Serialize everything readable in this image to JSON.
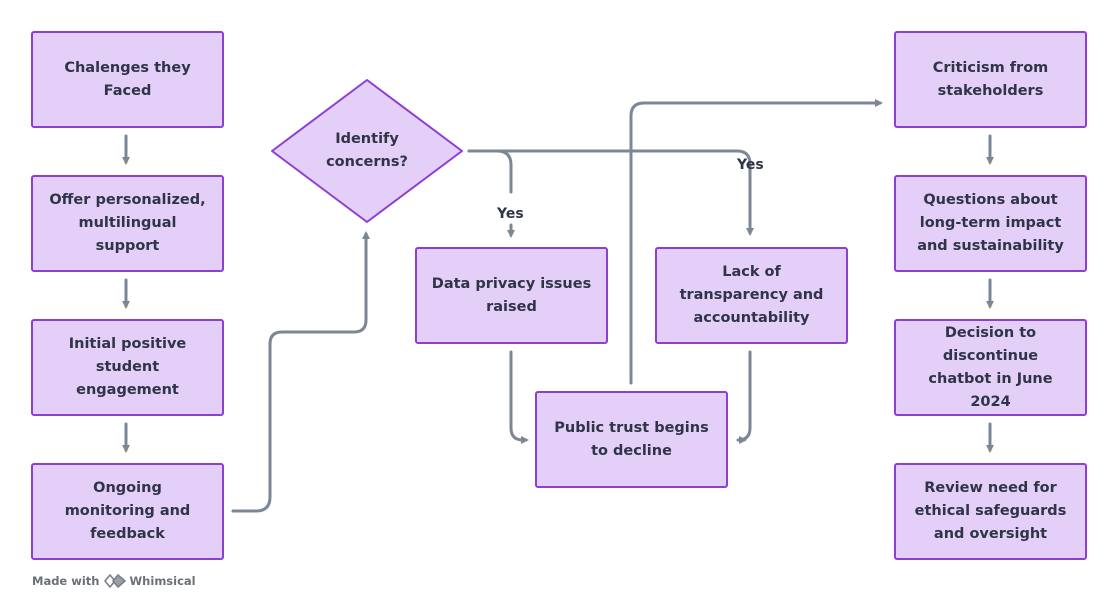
{
  "nodes": {
    "challenges": "Chalenges they Faced",
    "offer_support": "Offer personalized, multilingual support",
    "initial_engagement": "Initial positive student engagement",
    "monitoring": "Ongoing monitoring and feedback",
    "identify_concerns": "Identify concerns?",
    "data_privacy": "Data privacy issues raised",
    "lack_transparency": "Lack of transparency and accountability",
    "public_trust": "Public trust begins to decline",
    "criticism": "Criticism from stakeholders",
    "questions_impact": "Questions about long-term impact and sustainability",
    "decision_discontinue": "Decision to discontinue chatbot in June 2024",
    "review_need": "Review need for ethical safeguards and oversight"
  },
  "edge_labels": {
    "yes_privacy": "Yes",
    "yes_transparency": "Yes"
  },
  "footer": {
    "made_with": "Made with",
    "brand": "Whimsical"
  },
  "colors": {
    "node_fill": "#e3cff7",
    "node_border": "#8d3fd3",
    "connector": "#7b8794",
    "text": "#2f3447"
  }
}
